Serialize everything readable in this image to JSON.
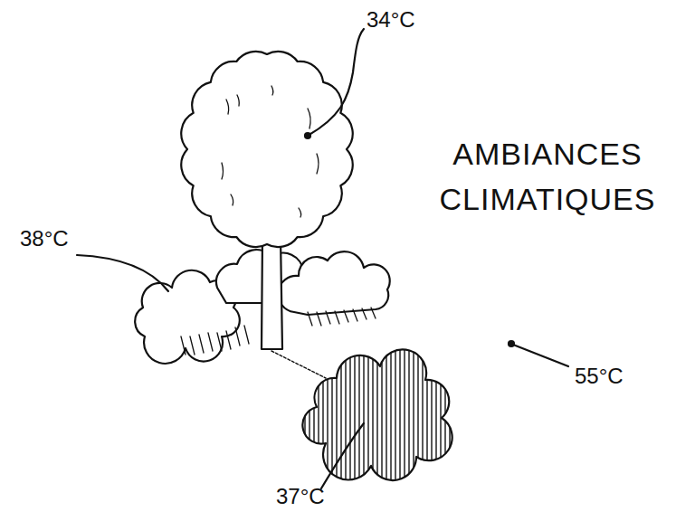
{
  "diagram": {
    "title": "AMBIANCES CLIMATIQUES",
    "labels": [
      "34°C",
      "38°C",
      "37°C",
      "55°C"
    ]
  }
}
